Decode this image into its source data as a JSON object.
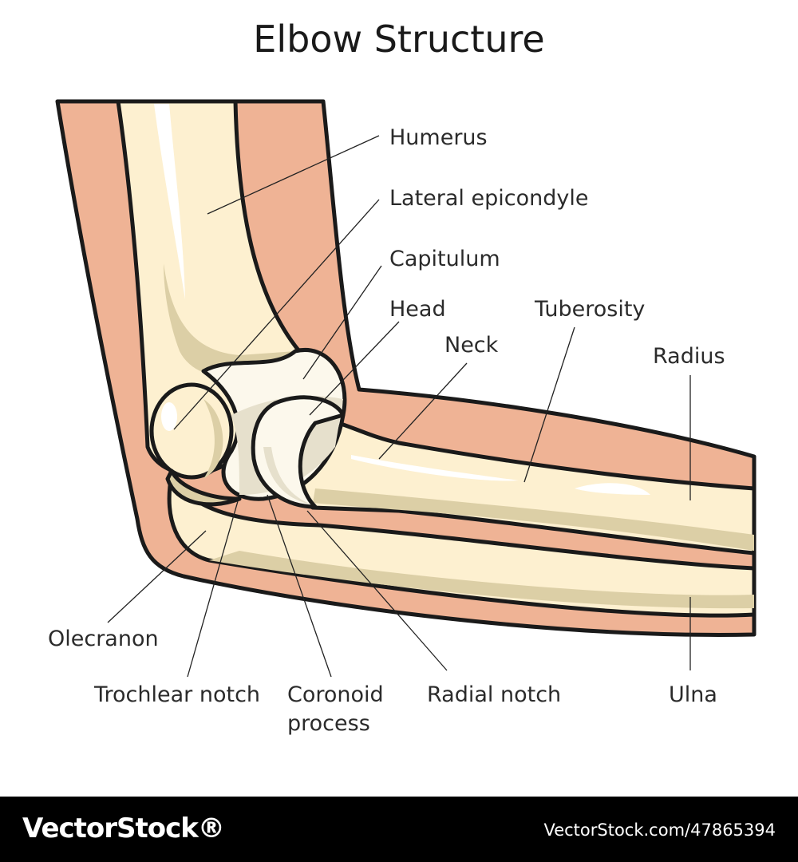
{
  "title": "Elbow Structure",
  "labels": {
    "humerus": "Humerus",
    "lateral_epicondyle": "Lateral epicondyle",
    "capitulum": "Capitulum",
    "head": "Head",
    "neck": "Neck",
    "tuberosity": "Tuberosity",
    "radius": "Radius",
    "olecranon": "Olecranon",
    "trochlear_notch": "Trochlear notch",
    "coronoid_line1": "Coronoid",
    "coronoid_line2": "process",
    "radial_notch": "Radial notch",
    "ulna": "Ulna"
  },
  "colors": {
    "skin": "#EFB395",
    "bone": "#FDF0D0",
    "bone_shade": "#DCCFA6",
    "cartilage": "#FCF8EC",
    "cartilage_shade": "#E6E0CC",
    "outline": "#1a1a1a"
  },
  "footer": {
    "brand": "VectorStock®",
    "image_id": "VectorStock.com/47865394"
  }
}
